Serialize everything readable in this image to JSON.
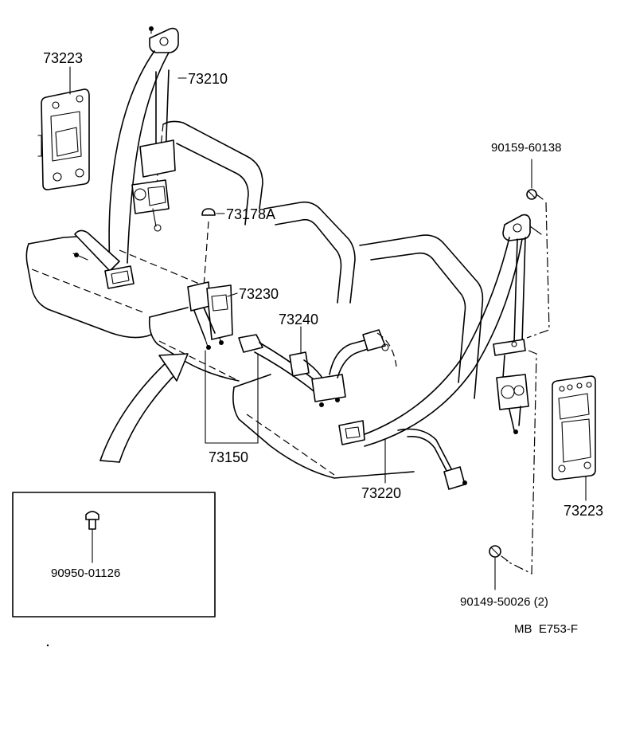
{
  "diagram": {
    "part_labels": {
      "retractor_cover_left": "73223",
      "front_belt_left": "73210",
      "bolt_top_right": "90159-60138",
      "cap": "73178A",
      "buckle_center": "73230",
      "buckle_right": "73240",
      "buckle_set": "73150",
      "belt_right": "73220",
      "retractor_cover_right": "73223",
      "clip_inset": "90950-01126",
      "bolt_bottom_right": "90149-50026 (2)"
    },
    "diagram_code": "MB  E753-F"
  }
}
